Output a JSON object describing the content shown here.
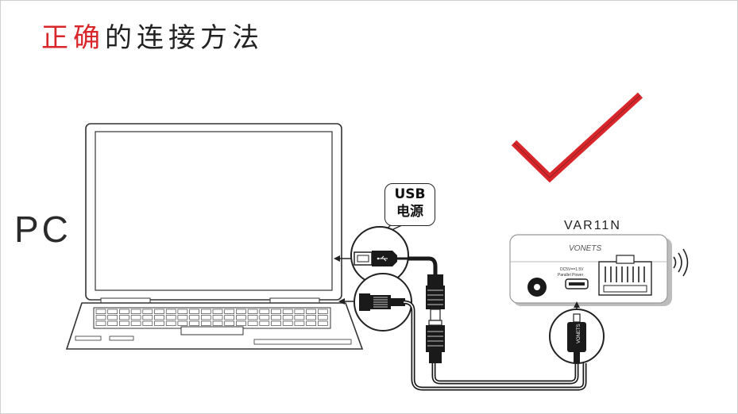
{
  "title": {
    "accent": "正确",
    "rest": "的连接方法"
  },
  "pc_label": "PC",
  "model_label": "VAR11N",
  "callout": {
    "line1": "USB",
    "line2": "电源"
  },
  "device": {
    "brand_mark": "VONETS",
    "port_label_1": "DC5V==1.5V",
    "port_label_2": "Parallel Power",
    "connector_brand": "VONETS"
  },
  "colors": {
    "accent": "#d9262a",
    "check": "#d9262a",
    "line": "#222222",
    "device_shadow": "#bdbdbd"
  },
  "icons": {
    "usb": "usb-icon",
    "ethernet": "ethernet-icon",
    "wifi": "wifi-waves-icon",
    "check": "check-mark-icon"
  }
}
